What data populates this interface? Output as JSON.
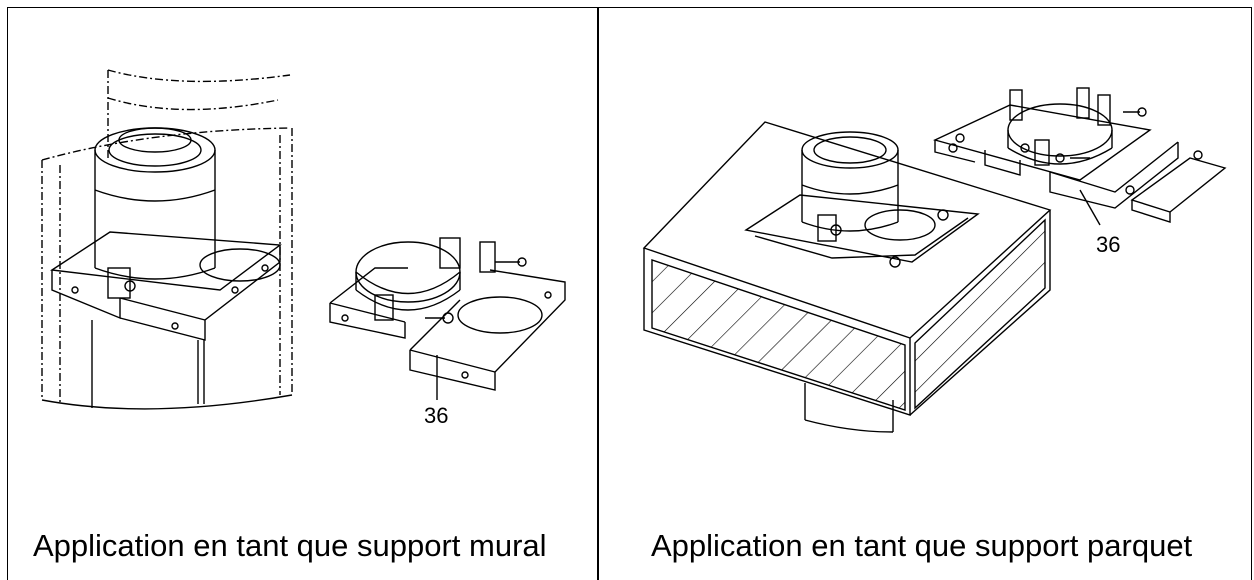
{
  "panels": [
    {
      "caption": "Application en tant que support mural",
      "callout": "36"
    },
    {
      "caption": "Application en tant que support parquet",
      "callout": "36"
    }
  ],
  "colors": {
    "line": "#000000",
    "background": "#ffffff"
  }
}
